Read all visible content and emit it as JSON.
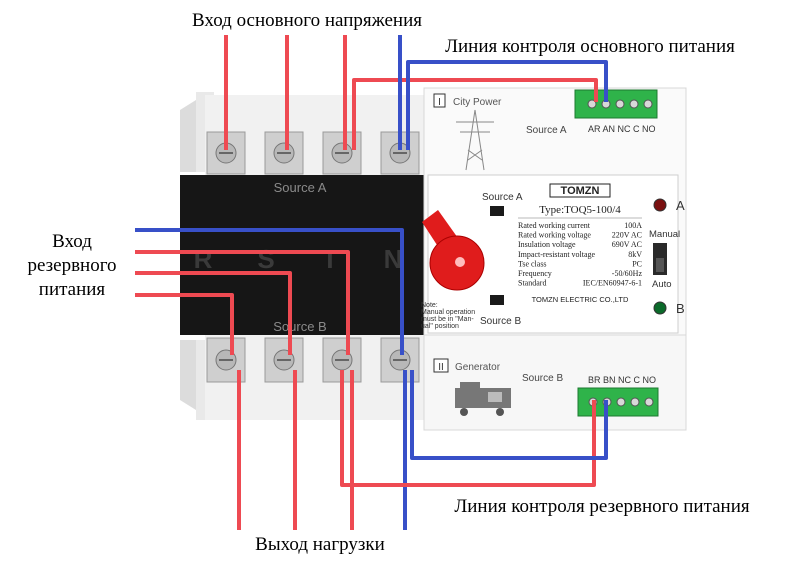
{
  "labels": {
    "main_input": "Вход основного напряжения",
    "main_control": "Линия контроля основного питания",
    "backup_input_line1": "Вход",
    "backup_input_line2": "резервного",
    "backup_input_line3": "питания",
    "backup_control": "Линия контроля резервного питания",
    "load_output": "Выход нагрузки"
  },
  "device": {
    "brand": "TOMZN",
    "type": "Type:TOQ5-100/4",
    "top_label_a": "Source A",
    "bottom_label_b": "Source B",
    "phases": [
      "R",
      "S",
      "T",
      "N"
    ],
    "switch_source_a": "Source A",
    "switch_source_b": "Source B",
    "mode_manual": "Manual",
    "mode_auto": "Auto",
    "indicator_a": "A",
    "indicator_b": "B",
    "city_power_numeral": "I",
    "city_power": "City Power",
    "generator_numeral": "II",
    "generator": "Generator",
    "terminal_a_label": "Source A",
    "terminal_a_pins": "AR AN NC C NO",
    "terminal_b_label": "Source B",
    "terminal_b_pins": "BR BN NC C NO",
    "manufacturer": "TOMZN ELECTRIC CO.,LTD",
    "note_lines": [
      "Note:",
      "Manual operation",
      "must be in \"Man-",
      "ual\"  position"
    ],
    "specs": [
      {
        "k": "Rated working current",
        "v": "100A"
      },
      {
        "k": "Rated working voltage",
        "v": "220V AC"
      },
      {
        "k": "Insulation voltage",
        "v": "690V AC"
      },
      {
        "k": "Impact-resistant voltage",
        "v": "8kV"
      },
      {
        "k": "Tse class",
        "v": "PC"
      },
      {
        "k": "Frequency",
        "v": "-50/60Hz"
      },
      {
        "k": "Standard",
        "v": "IEC/EN60947-6-1"
      }
    ]
  },
  "colors": {
    "power_wire": "#ee4a52",
    "control_wire": "#3850c8",
    "body_black": "#161616",
    "terminal_green": "#2fb34a",
    "knob_red": "#e01c1c"
  }
}
